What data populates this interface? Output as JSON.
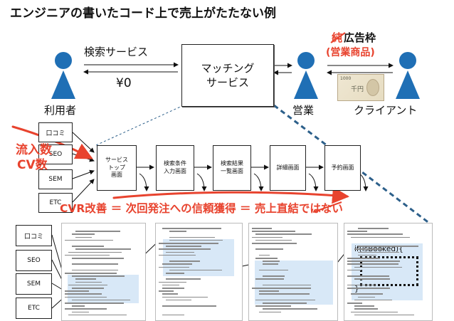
{
  "title": "エンジニアの書いたコード上で売上がたたない例",
  "top": {
    "search_service_label": "検索サービス",
    "price_label": "¥0",
    "matching_service_label": "マッチング\nサービス",
    "user_label": "利用者",
    "sales_label": "営業",
    "client_label": "クライアント",
    "ad_label_strike": "純",
    "ad_label": "広告枠",
    "ad_sub_label": "(営業商品)",
    "banknote_value": "1000",
    "banknote_mark": "千円"
  },
  "flow": {
    "sources": [
      "口コミ",
      "SEO",
      "SEM",
      "ETC"
    ],
    "inflow_label": "流入数",
    "cv_label": "CV数",
    "screens": [
      "サービス\nトップ\n画面",
      "検索条件\n入力画面",
      "検索結果\n一覧画面",
      "詳細画面",
      "予約画面"
    ],
    "cvr_caption": "CVR改善 ＝ 次回発注への信頼獲得 ＝ 売上直結ではない"
  },
  "code": {
    "sources": [
      "口コミ",
      "SEO",
      "SEM",
      "ETC"
    ],
    "booked_open": "if(isBooked){",
    "booked_close": "}"
  },
  "colors": {
    "person": "#1f6fb5",
    "accent_red": "#e8432e",
    "dashed_blue": "#2c5f8a",
    "highlight": "#d8e8f7",
    "dotted_box": "#111111"
  }
}
